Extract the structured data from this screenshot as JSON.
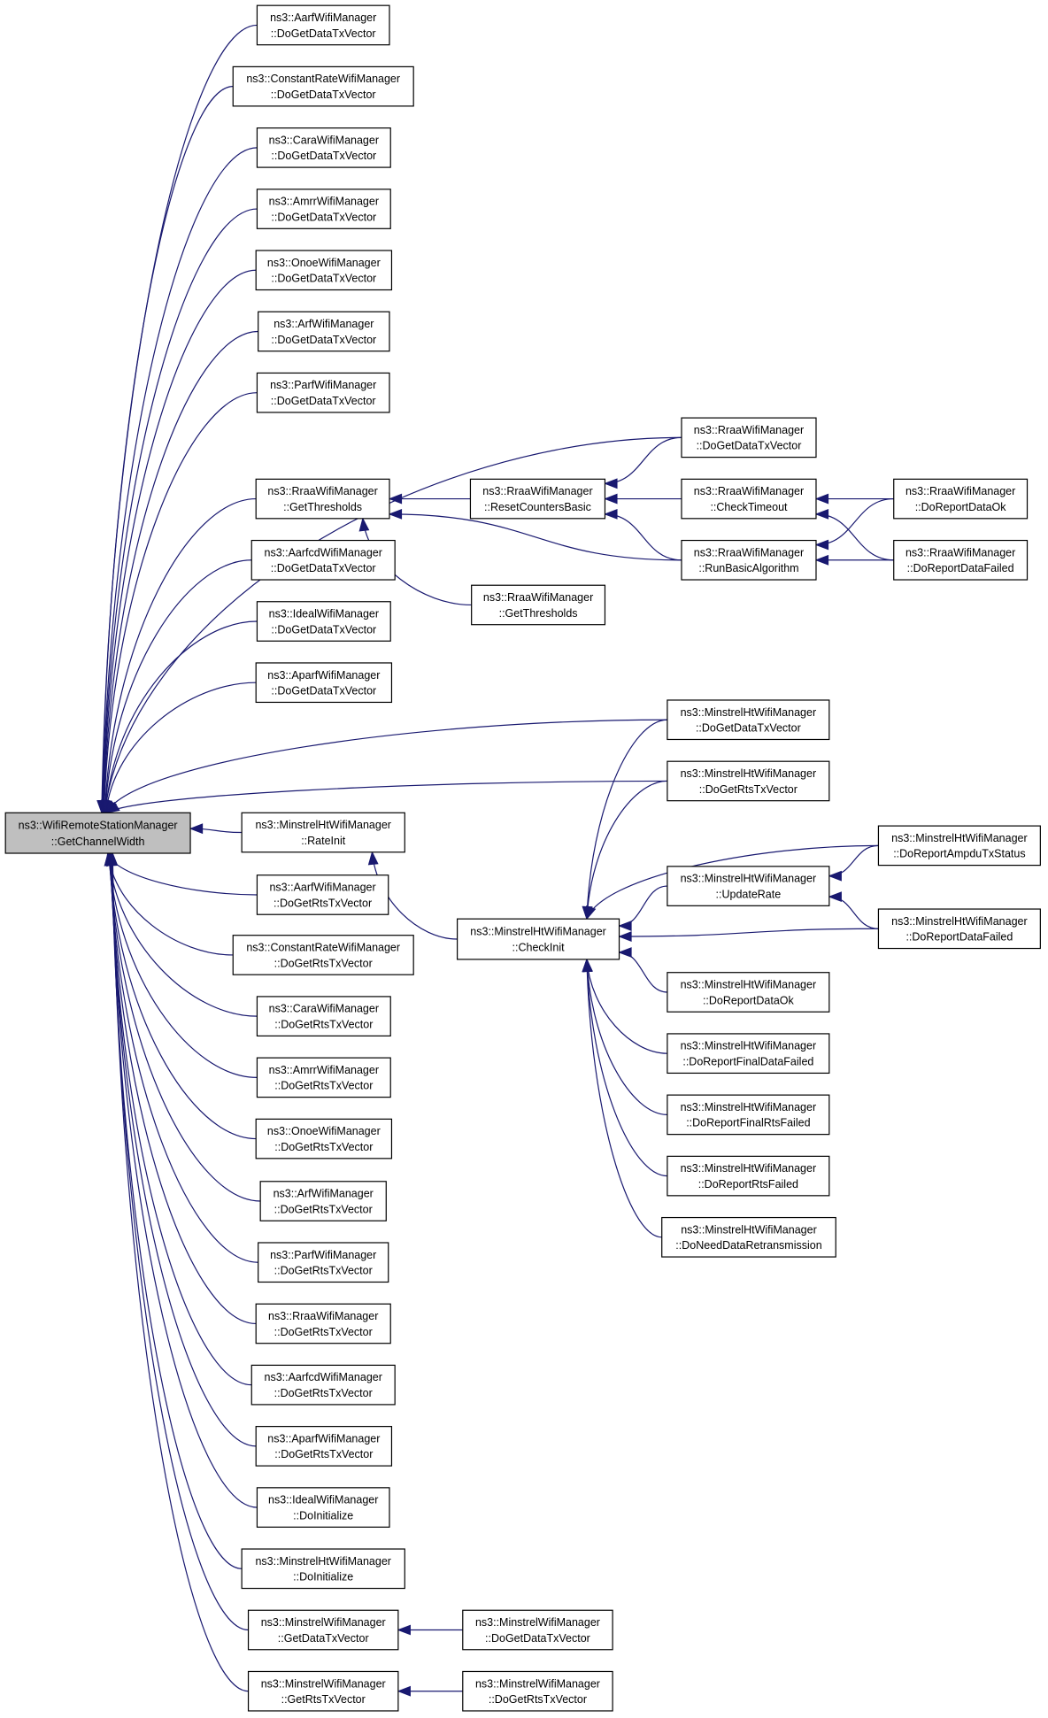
{
  "diagram": {
    "type": "call-graph",
    "nodes": [
      {
        "id": "root",
        "lines": [
          "ns3::WifiRemoteStationManager",
          "::GetChannelWidth"
        ],
        "highlight": true
      },
      {
        "id": "aarf_data",
        "lines": [
          "ns3::AarfWifiManager",
          "::DoGetDataTxVector"
        ]
      },
      {
        "id": "constrate_data",
        "lines": [
          "ns3::ConstantRateWifiManager",
          "::DoGetDataTxVector"
        ]
      },
      {
        "id": "cara_data",
        "lines": [
          "ns3::CaraWifiManager",
          "::DoGetDataTxVector"
        ]
      },
      {
        "id": "amrr_data",
        "lines": [
          "ns3::AmrrWifiManager",
          "::DoGetDataTxVector"
        ]
      },
      {
        "id": "onoe_data",
        "lines": [
          "ns3::OnoeWifiManager",
          "::DoGetDataTxVector"
        ]
      },
      {
        "id": "arf_data",
        "lines": [
          "ns3::ArfWifiManager",
          "::DoGetDataTxVector"
        ]
      },
      {
        "id": "parf_data",
        "lines": [
          "ns3::ParfWifiManager",
          "::DoGetDataTxVector"
        ]
      },
      {
        "id": "rraa_getthr",
        "lines": [
          "ns3::RraaWifiManager",
          "::GetThresholds"
        ]
      },
      {
        "id": "aarfcd_data",
        "lines": [
          "ns3::AarfcdWifiManager",
          "::DoGetDataTxVector"
        ]
      },
      {
        "id": "ideal_data",
        "lines": [
          "ns3::IdealWifiManager",
          "::DoGetDataTxVector"
        ]
      },
      {
        "id": "aparf_data",
        "lines": [
          "ns3::AparfWifiManager",
          "::DoGetDataTxVector"
        ]
      },
      {
        "id": "mht_rateinit",
        "lines": [
          "ns3::MinstrelHtWifiManager",
          "::RateInit"
        ]
      },
      {
        "id": "aarf_rts",
        "lines": [
          "ns3::AarfWifiManager",
          "::DoGetRtsTxVector"
        ]
      },
      {
        "id": "constrate_rts",
        "lines": [
          "ns3::ConstantRateWifiManager",
          "::DoGetRtsTxVector"
        ]
      },
      {
        "id": "cara_rts",
        "lines": [
          "ns3::CaraWifiManager",
          "::DoGetRtsTxVector"
        ]
      },
      {
        "id": "amrr_rts",
        "lines": [
          "ns3::AmrrWifiManager",
          "::DoGetRtsTxVector"
        ]
      },
      {
        "id": "onoe_rts",
        "lines": [
          "ns3::OnoeWifiManager",
          "::DoGetRtsTxVector"
        ]
      },
      {
        "id": "arf_rts",
        "lines": [
          "ns3::ArfWifiManager",
          "::DoGetRtsTxVector"
        ]
      },
      {
        "id": "parf_rts",
        "lines": [
          "ns3::ParfWifiManager",
          "::DoGetRtsTxVector"
        ]
      },
      {
        "id": "rraa_rts",
        "lines": [
          "ns3::RraaWifiManager",
          "::DoGetRtsTxVector"
        ]
      },
      {
        "id": "aarfcd_rts",
        "lines": [
          "ns3::AarfcdWifiManager",
          "::DoGetRtsTxVector"
        ]
      },
      {
        "id": "aparf_rts",
        "lines": [
          "ns3::AparfWifiManager",
          "::DoGetRtsTxVector"
        ]
      },
      {
        "id": "ideal_init",
        "lines": [
          "ns3::IdealWifiManager",
          "::DoInitialize"
        ]
      },
      {
        "id": "mht_init",
        "lines": [
          "ns3::MinstrelHtWifiManager",
          "::DoInitialize"
        ]
      },
      {
        "id": "min_getdata",
        "lines": [
          "ns3::MinstrelWifiManager",
          "::GetDataTxVector"
        ]
      },
      {
        "id": "min_getrts",
        "lines": [
          "ns3::MinstrelWifiManager",
          "::GetRtsTxVector"
        ]
      },
      {
        "id": "rraa_reset",
        "lines": [
          "ns3::RraaWifiManager",
          "::ResetCountersBasic"
        ]
      },
      {
        "id": "rraa_getthr2",
        "lines": [
          "ns3::RraaWifiManager",
          "::GetThresholds"
        ]
      },
      {
        "id": "mht_checkinit",
        "lines": [
          "ns3::MinstrelHtWifiManager",
          "::CheckInit"
        ]
      },
      {
        "id": "min_dodata",
        "lines": [
          "ns3::MinstrelWifiManager",
          "::DoGetDataTxVector"
        ]
      },
      {
        "id": "min_dorts",
        "lines": [
          "ns3::MinstrelWifiManager",
          "::DoGetRtsTxVector"
        ]
      },
      {
        "id": "rraa_data",
        "lines": [
          "ns3::RraaWifiManager",
          "::DoGetDataTxVector"
        ]
      },
      {
        "id": "rraa_checktimeout",
        "lines": [
          "ns3::RraaWifiManager",
          "::CheckTimeout"
        ]
      },
      {
        "id": "rraa_runbasic",
        "lines": [
          "ns3::RraaWifiManager",
          "::RunBasicAlgorithm"
        ]
      },
      {
        "id": "mht_data",
        "lines": [
          "ns3::MinstrelHtWifiManager",
          "::DoGetDataTxVector"
        ]
      },
      {
        "id": "mht_rts",
        "lines": [
          "ns3::MinstrelHtWifiManager",
          "::DoGetRtsTxVector"
        ]
      },
      {
        "id": "mht_updaterate",
        "lines": [
          "ns3::MinstrelHtWifiManager",
          "::UpdateRate"
        ]
      },
      {
        "id": "mht_dataok",
        "lines": [
          "ns3::MinstrelHtWifiManager",
          "::DoReportDataOk"
        ]
      },
      {
        "id": "mht_finaldatafail",
        "lines": [
          "ns3::MinstrelHtWifiManager",
          "::DoReportFinalDataFailed"
        ]
      },
      {
        "id": "mht_finalrtsfail",
        "lines": [
          "ns3::MinstrelHtWifiManager",
          "::DoReportFinalRtsFailed"
        ]
      },
      {
        "id": "mht_rtsfail",
        "lines": [
          "ns3::MinstrelHtWifiManager",
          "::DoReportRtsFailed"
        ]
      },
      {
        "id": "mht_needretrans",
        "lines": [
          "ns3::MinstrelHtWifiManager",
          "::DoNeedDataRetransmission"
        ]
      },
      {
        "id": "rraa_dataok",
        "lines": [
          "ns3::RraaWifiManager",
          "::DoReportDataOk"
        ]
      },
      {
        "id": "rraa_datafail",
        "lines": [
          "ns3::RraaWifiManager",
          "::DoReportDataFailed"
        ]
      },
      {
        "id": "mht_ampdu",
        "lines": [
          "ns3::MinstrelHtWifiManager",
          "::DoReportAmpduTxStatus"
        ]
      },
      {
        "id": "mht_datafail",
        "lines": [
          "ns3::MinstrelHtWifiManager",
          "::DoReportDataFailed"
        ]
      }
    ],
    "edges": [
      {
        "from": "aarf_data",
        "to": "root"
      },
      {
        "from": "constrate_data",
        "to": "root"
      },
      {
        "from": "cara_data",
        "to": "root"
      },
      {
        "from": "amrr_data",
        "to": "root"
      },
      {
        "from": "onoe_data",
        "to": "root"
      },
      {
        "from": "arf_data",
        "to": "root"
      },
      {
        "from": "parf_data",
        "to": "root"
      },
      {
        "from": "rraa_data",
        "to": "root"
      },
      {
        "from": "rraa_getthr",
        "to": "root"
      },
      {
        "from": "aarfcd_data",
        "to": "root"
      },
      {
        "from": "ideal_data",
        "to": "root"
      },
      {
        "from": "aparf_data",
        "to": "root"
      },
      {
        "from": "mht_data",
        "to": "root"
      },
      {
        "from": "mht_rts",
        "to": "root"
      },
      {
        "from": "mht_rateinit",
        "to": "root"
      },
      {
        "from": "aarf_rts",
        "to": "root"
      },
      {
        "from": "constrate_rts",
        "to": "root"
      },
      {
        "from": "cara_rts",
        "to": "root"
      },
      {
        "from": "amrr_rts",
        "to": "root"
      },
      {
        "from": "onoe_rts",
        "to": "root"
      },
      {
        "from": "arf_rts",
        "to": "root"
      },
      {
        "from": "parf_rts",
        "to": "root"
      },
      {
        "from": "rraa_rts",
        "to": "root"
      },
      {
        "from": "aarfcd_rts",
        "to": "root"
      },
      {
        "from": "aparf_rts",
        "to": "root"
      },
      {
        "from": "ideal_init",
        "to": "root"
      },
      {
        "from": "mht_init",
        "to": "root"
      },
      {
        "from": "min_getdata",
        "to": "root"
      },
      {
        "from": "min_getrts",
        "to": "root"
      },
      {
        "from": "rraa_reset",
        "to": "rraa_getthr"
      },
      {
        "from": "rraa_getthr2",
        "to": "rraa_getthr"
      },
      {
        "from": "rraa_runbasic",
        "to": "rraa_getthr"
      },
      {
        "from": "rraa_data",
        "to": "rraa_reset"
      },
      {
        "from": "rraa_checktimeout",
        "to": "rraa_reset"
      },
      {
        "from": "rraa_runbasic",
        "to": "rraa_reset"
      },
      {
        "from": "rraa_dataok",
        "to": "rraa_checktimeout"
      },
      {
        "from": "rraa_datafail",
        "to": "rraa_checktimeout"
      },
      {
        "from": "rraa_dataok",
        "to": "rraa_runbasic"
      },
      {
        "from": "rraa_datafail",
        "to": "rraa_runbasic"
      },
      {
        "from": "mht_checkinit",
        "to": "mht_rateinit"
      },
      {
        "from": "mht_data",
        "to": "mht_checkinit"
      },
      {
        "from": "mht_rts",
        "to": "mht_checkinit"
      },
      {
        "from": "mht_ampdu",
        "to": "mht_checkinit"
      },
      {
        "from": "mht_updaterate",
        "to": "mht_checkinit"
      },
      {
        "from": "mht_datafail",
        "to": "mht_checkinit"
      },
      {
        "from": "mht_dataok",
        "to": "mht_checkinit"
      },
      {
        "from": "mht_finaldatafail",
        "to": "mht_checkinit"
      },
      {
        "from": "mht_finalrtsfail",
        "to": "mht_checkinit"
      },
      {
        "from": "mht_rtsfail",
        "to": "mht_checkinit"
      },
      {
        "from": "mht_needretrans",
        "to": "mht_checkinit"
      },
      {
        "from": "mht_ampdu",
        "to": "mht_updaterate"
      },
      {
        "from": "mht_datafail",
        "to": "mht_updaterate"
      },
      {
        "from": "min_dodata",
        "to": "min_getdata"
      },
      {
        "from": "min_dorts",
        "to": "min_getrts"
      }
    ],
    "colors": {
      "edge": "#191970",
      "root_fill": "#bfbfbf",
      "node_fill": "#ffffff",
      "node_border": "#000000"
    }
  }
}
